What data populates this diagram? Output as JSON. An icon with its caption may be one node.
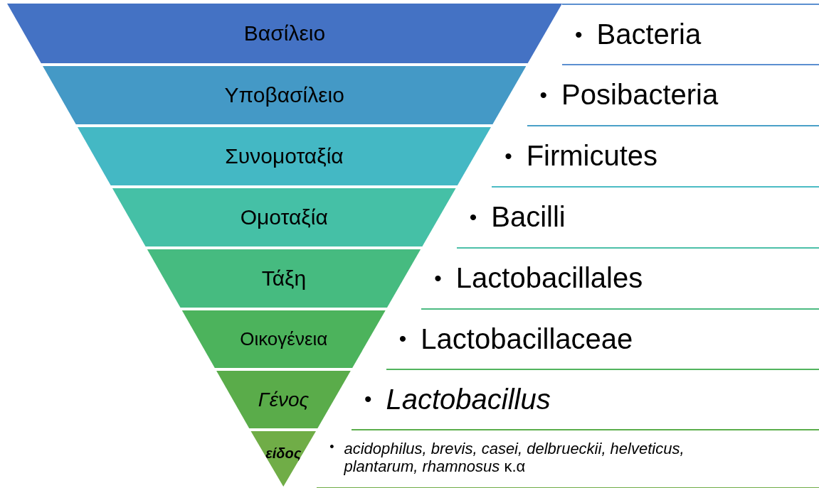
{
  "diagram": {
    "nodes": [
      {
        "text": [
          "Βασίλειο"
        ]
      },
      {
        "text": [
          "•",
          "Bacteria"
        ]
      },
      {
        "text": [
          "Υποβασίλειο"
        ]
      },
      {
        "text": [
          "•",
          "Posibacteria"
        ]
      },
      {
        "text": [
          "Συνομοταξία"
        ]
      },
      {
        "text": [
          "•",
          "Firmicutes"
        ]
      },
      {
        "text": [
          "Ομοταξία"
        ]
      },
      {
        "text": [
          "•",
          "Bacilli"
        ]
      },
      {
        "text": [
          "Τάξη"
        ]
      },
      {
        "text": [
          "•",
          "Lactobacillales"
        ]
      },
      {
        "text": [
          "Οικογένεια"
        ]
      },
      {
        "text": [
          "•",
          "Lactobacillaceae"
        ]
      },
      {
        "text": [
          "Γένος"
        ]
      },
      {
        "text": [
          "•",
          "Lactobacillus"
        ]
      },
      {
        "text": [
          "είδος"
        ]
      },
      {
        "text": [
          "•",
          "*acidophilus, brevis, casei, delbrueckii, helveticus, plantarum, rhamnosus* κ.α"
        ]
      }
    ]
  }
}
